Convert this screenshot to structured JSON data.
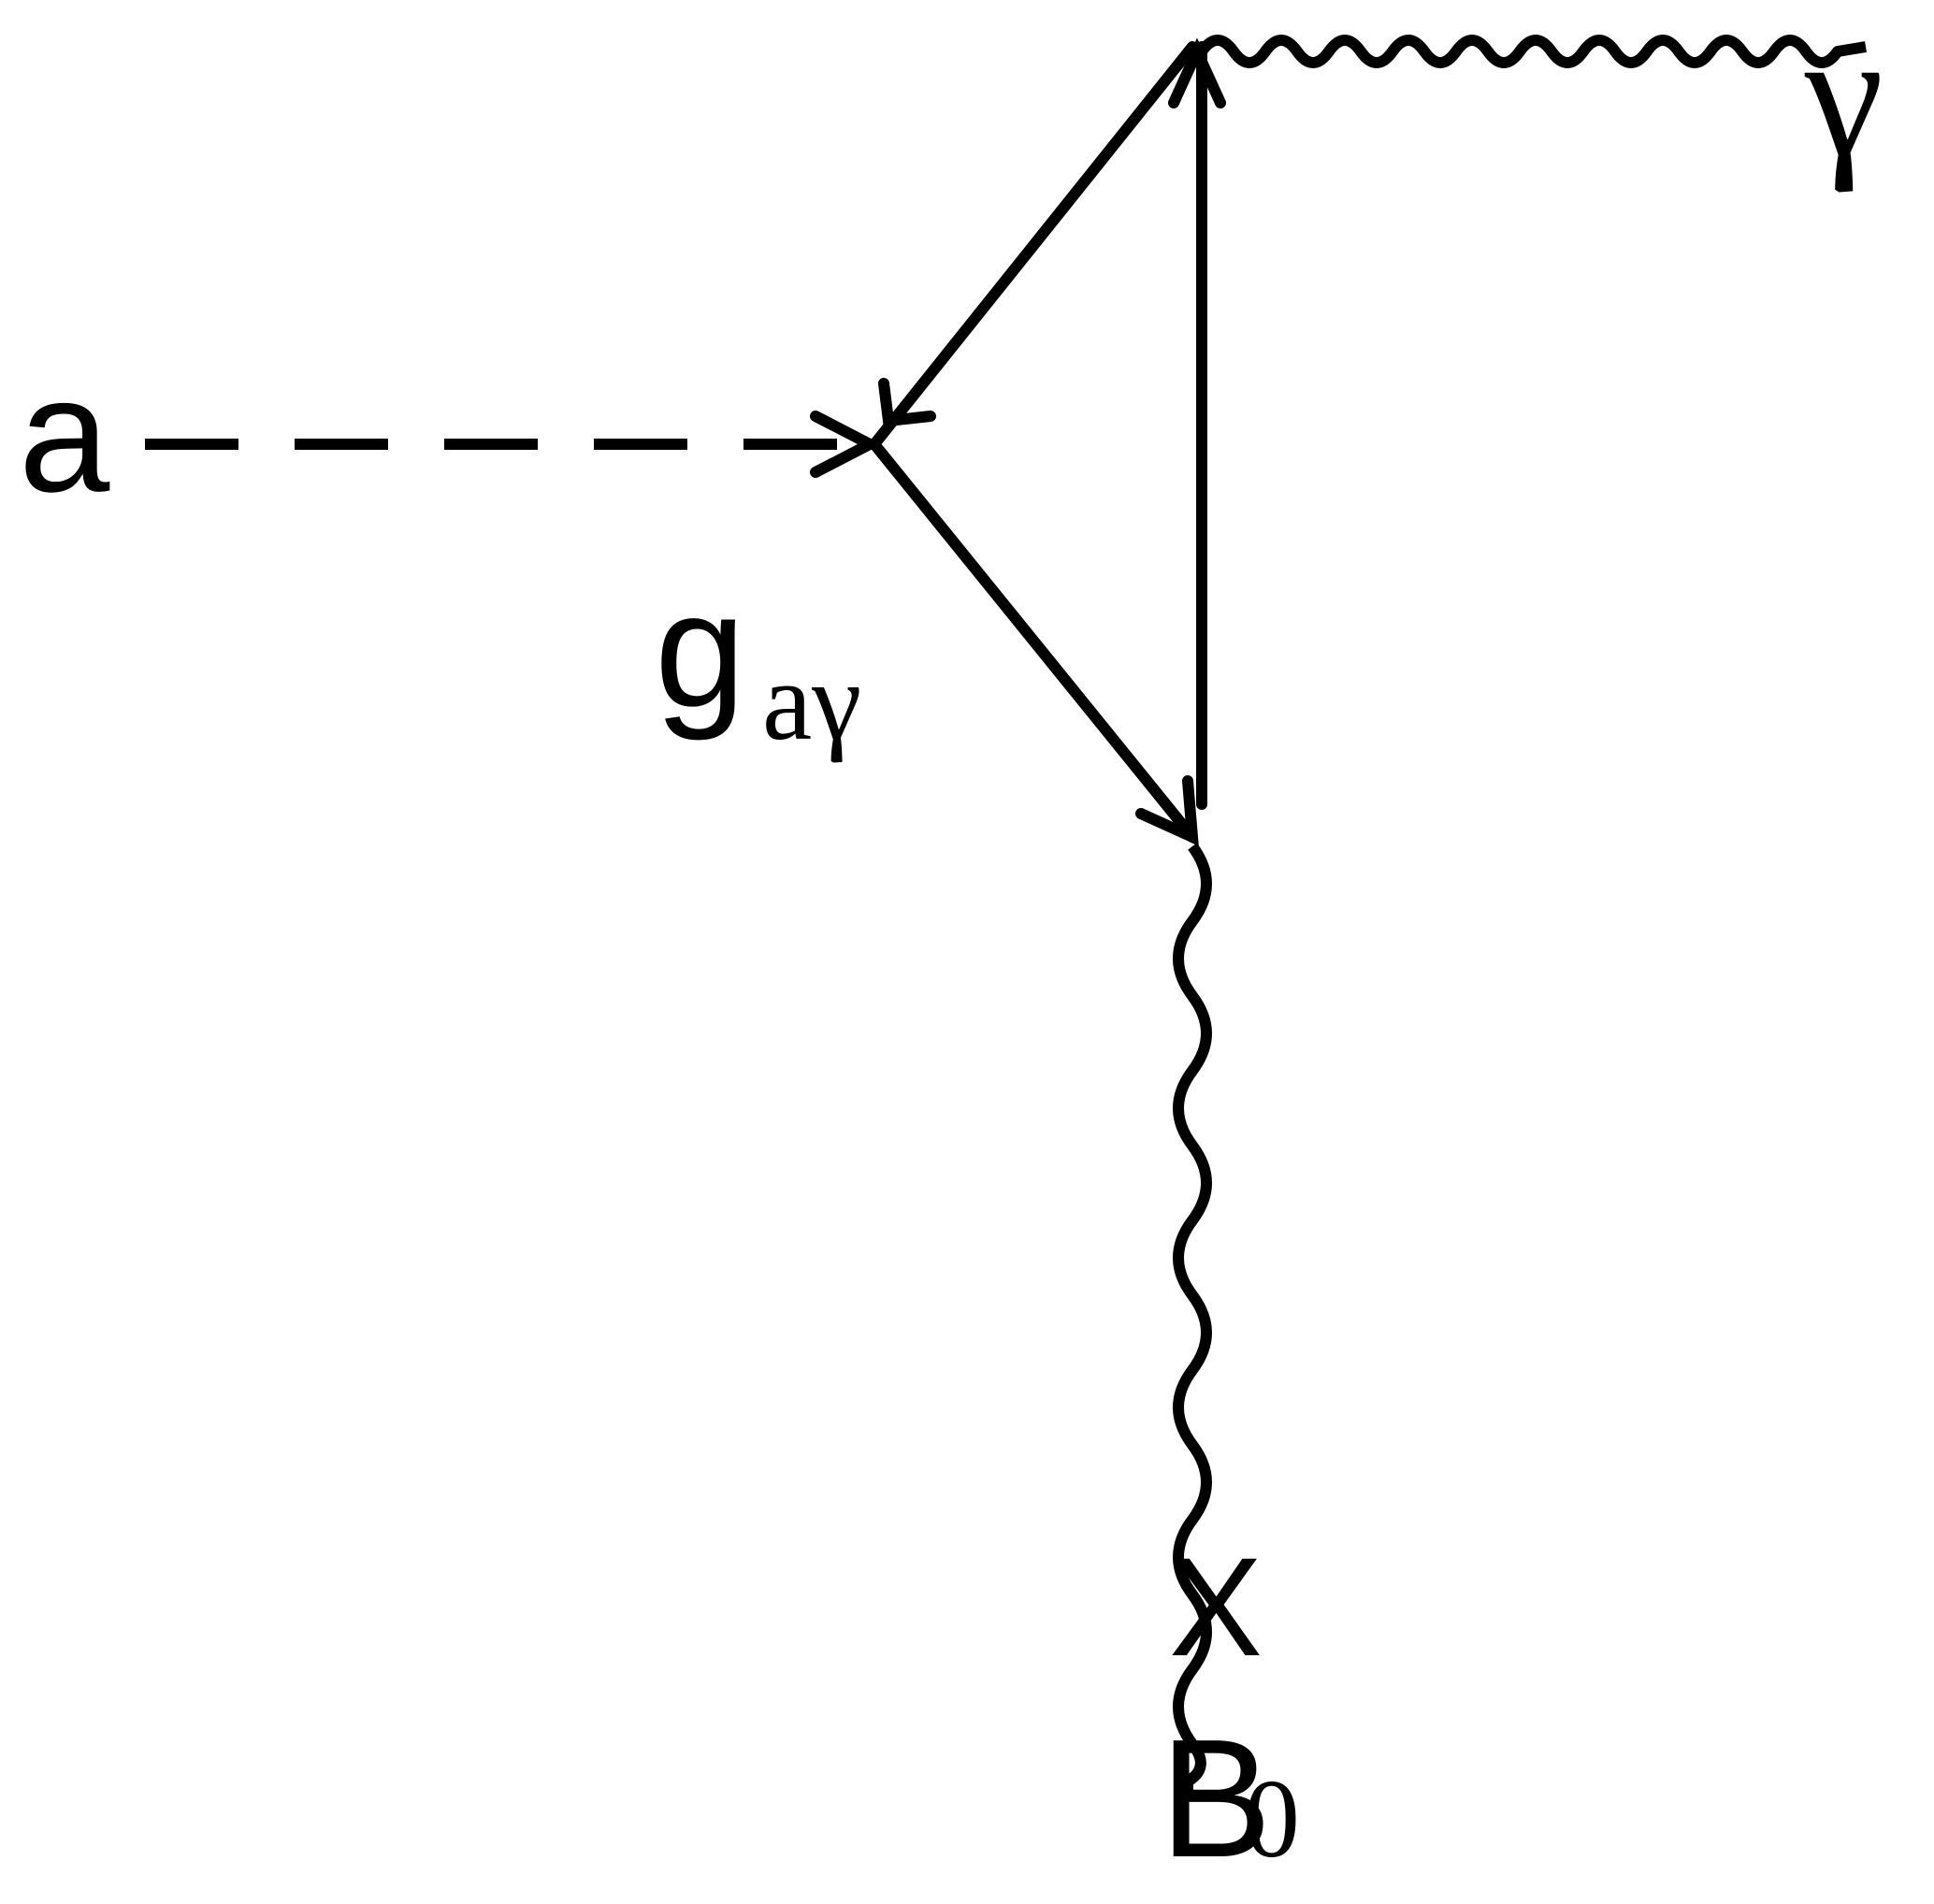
{
  "labels": {
    "axion": "a",
    "coupling_main": "g",
    "coupling_sub": "aγ",
    "photon": "γ",
    "field_cross": "X",
    "field_main": "B",
    "field_sub": "0"
  },
  "colors": {
    "stroke": "#000000",
    "background": "#ffffff"
  }
}
